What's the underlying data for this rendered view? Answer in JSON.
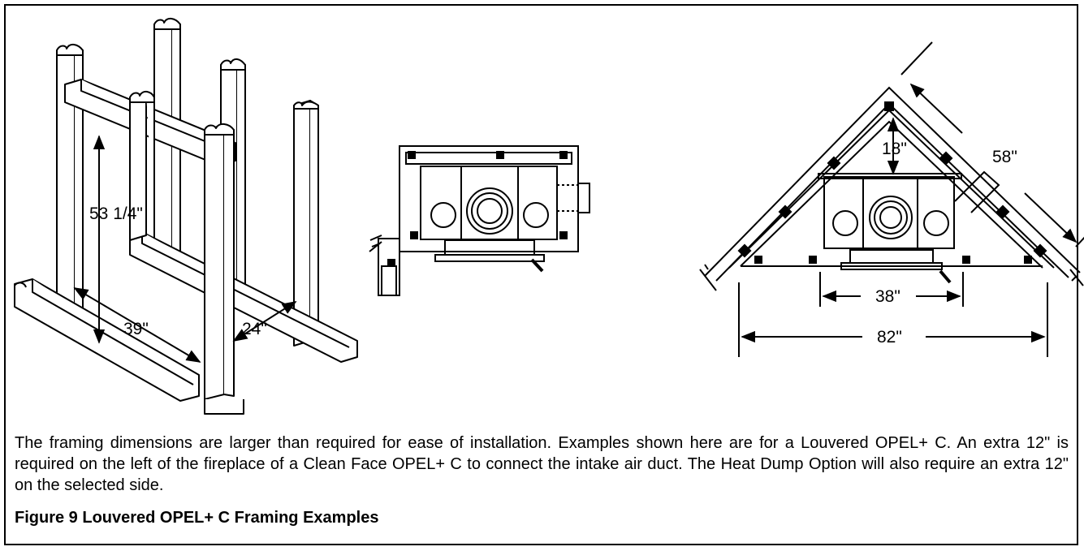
{
  "framing_3d": {
    "dim_height": "53 1/4\"",
    "dim_width": "39\"",
    "dim_depth": "24\""
  },
  "corner_plan": {
    "dim_depth": "18\"",
    "dim_side": "58\"",
    "dim_opening": "38\"",
    "dim_overall": "82\""
  },
  "caption": {
    "body": "The framing dimensions are larger than required for ease of installation. Examples shown here are for a Louvered OPEL+ C. An extra 12\" is required on the left of the fireplace of a Clean Face OPEL+ C to connect the intake air duct. The Heat Dump Option will also require an extra 12\" on the selected side.",
    "figure_title": "Figure 9 Louvered OPEL+ C Framing Examples"
  }
}
